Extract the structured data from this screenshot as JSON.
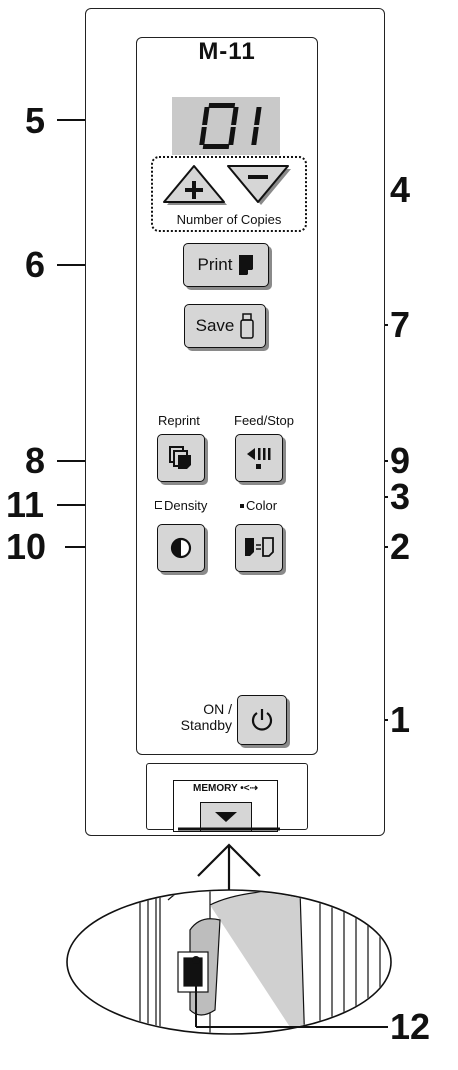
{
  "panel": {
    "model_name": "M-11",
    "display_value": "01",
    "copies_label": "Number of Copies",
    "print_label": "Print",
    "save_label": "Save",
    "reprint_label": "Reprint",
    "feed_stop_label": "Feed/Stop",
    "density_label": "Density",
    "color_label": "Color",
    "on_standby_label_line1": "ON /",
    "on_standby_label_line2": "Standby",
    "memory_label": "MEMORY"
  },
  "callouts": {
    "c1": "1",
    "c2": "2",
    "c3": "3",
    "c4": "4",
    "c5": "5",
    "c6": "6",
    "c7": "7",
    "c8": "8",
    "c9": "9",
    "c10": "10",
    "c11": "11",
    "c12": "12"
  },
  "colors": {
    "button_fill": "#d6d6d6",
    "button_shadow": "#8a8a8a",
    "display_fill": "#c9c9c9",
    "line": "#111111"
  }
}
